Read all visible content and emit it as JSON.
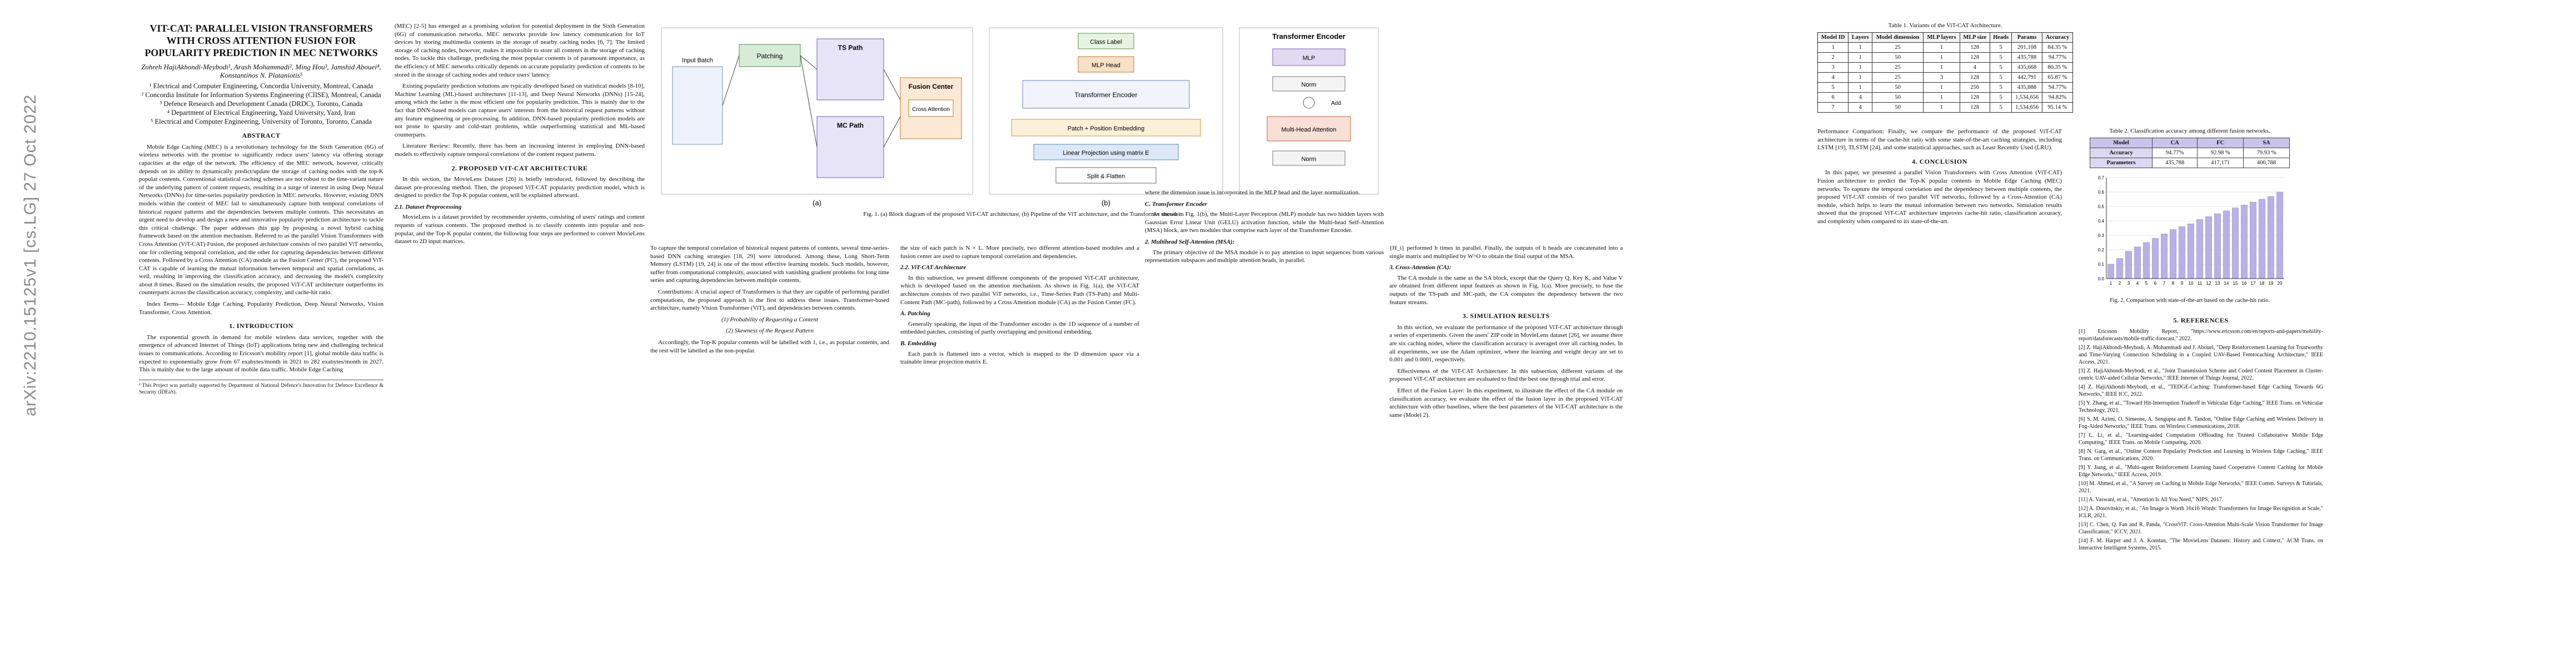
{
  "sidebar": {
    "text": "arXiv:2210.15125v1  [cs.LG]  27 Oct 2022"
  },
  "paper": {
    "title": "VIT-CAT: PARALLEL VISION TRANSFORMERS WITH CROSS ATTENTION FUSION FOR POPULARITY PREDICTION IN MEC NETWORKS",
    "authors": "Zohreh HajiAkhondi-Meybodi¹, Arash Mohammadi², Ming Hou³, Jamshid Abouei⁴, Konstantinos N. Plataniotis⁵",
    "affiliations": [
      "¹ Electrical and Computer Engineering, Concordia University, Montreal, Canada",
      "² Concordia Institute for Information Systems Engineering (CIISE), Montreal, Canada",
      "³ Defence Research and Development Canada (DRDC), Toronto, Canada",
      "⁴ Department of Electrical Engineering, Yazd University, Yazd, Iran",
      "⁵ Electrical and Computer Engineering, University of Toronto, Toronto, Canada"
    ],
    "abstract_heading": "ABSTRACT",
    "abstract": "Mobile Edge Caching (MEC) is a revolutionary technology for the Sixth Generation (6G) of wireless networks with the promise to significantly reduce users' latency via offering storage capacities at the edge of the network. The efficiency of the MEC network, however, critically depends on its ability to dynamically predict/update the storage of caching nodes with the top-K popular contents. Conventional statistical caching schemes are not robust to the time-variant nature of the underlying pattern of content requests, resulting in a surge of interest in using Deep Neural Networks (DNNs) for time-series popularity prediction in MEC networks. However, existing DNN models within the context of MEC fail to simultaneously capture both temporal correlations of historical request patterns and the dependencies between multiple contents. This necessitates an urgent need to develop and design a new and innovative popularity prediction architecture to tackle this critical challenge. The paper addresses this gap by proposing a novel hybrid caching framework based on the attention mechanism. Referred to as the parallel Vision Transformers with Cross Attention (ViT-CAT) Fusion, the proposed architecture consists of two parallel ViT networks, one for collecting temporal correlation, and the other for capturing dependencies between different contents. Followed by a Cross Attention (CA) module as the Fusion Center (FC), the proposed ViT-CAT is capable of learning the mutual information between temporal and spatial correlations, as well, resulting in improving the classification accuracy, and decreasing the model's complexity about 8 times. Based on the simulation results, the proposed ViT-CAT architecture outperforms its counterparts across the classification accuracy, complexity, and cache-hit ratio.",
    "index_terms": "Index Terms— Mobile Edge Caching, Popularity Prediction, Deep Neural Networks, Vision Transformer, Cross Attention.",
    "intro_heading": "1. INTRODUCTION",
    "intro_p1": "The exponential growth in demand for mobile wireless data services, together with the emergence of advanced Internet of Things (IoT) applications bring new and challenging technical issues to communications. According to Ericsson's mobility report [1], global mobile data traffic is expected to exponentially grow from 67 exabytes/month in 2021 to 282 exabytes/month in 2027. This is mainly due to the large amount of mobile data traffic. Mobile Edge Caching",
    "footnote": "¹ This Project was partially supported by Department of National Defence's Innovation for Defence Excellence & Security (IDEaS)."
  },
  "col2": {
    "p1": "(MEC) [2-5] has emerged as a promising solution for potential deployment in the Sixth Generation (6G) of communication networks. MEC networks provide low latency communication for IoT devices by storing multimedia contents in the storage of nearby caching nodes [6, 7]. The limited storage of caching nodes, however, makes it impossible to store all contents in the storage of caching nodes. To tackle this challenge, predicting the most popular contents is of paramount importance, as the efficiency of MEC networks critically depends on accurate popularity prediction of contents to be stored in the storage of caching nodes and reduce users' latency.",
    "p2": "Existing popularity prediction solutions are typically developed based on statistical models [8-10], Machine Learning (ML)-based architectures [11-13], and Deep Neural Networks (DNNs) [15-24], among which the latter is the most efficient one for popularity prediction. This is mainly due to the fact that DNN-based models can capture users' interests from the historical request patterns without any feature engineering or pre-processing. In addition, DNN-based popularity prediction models are not prone to sparsity and cold-start problems, while outperforming statistical and ML-based counterparts.",
    "p3": "Literature Review: Recently, there has been an increasing interest in employing DNN-based models to effectively capture temporal correlations of the content request patterns.",
    "sec2_heading": "2. PROPOSED VIT-CAT ARCHITECTURE",
    "p4": "In this section, the MovieLens Dataset [26] is briefly introduced, followed by describing the dataset pre-processing method. Then, the proposed ViT-CAT popularity prediction model, which is designed to predict the Top-K popular content, will be explained afterward.",
    "sub21": "2.1. Dataset Preprocessing",
    "p5": "MovieLens is a dataset provided by recommender systems, consisting of users' ratings and content requests of various contents. The proposed method is to classify contents into popular and non-popular, and the Top-K popular content, the following four steps are performed to convert MovieLens dataset to 2D input matrices."
  },
  "col3": {
    "p1": "To capture the temporal correlation of historical request patterns of contents, several time-series-based DNN caching strategies [18, 29] were introduced. Among these, Long Short-Term Memory (LSTM) [19, 24] is one of the most effective learning models. Such models, however, suffer from computational complexity, associated with vanishing gradient problems for long time series and capturing dependencies between multiple contents.",
    "p2": "Contributions: A crucial aspect of Transformers is that they are capable of performing parallel computations, the proposed approach is the first to address these issues. Transformer-based architecture, namely Vision Transformer (ViT), and dependencies between contents.",
    "eq1": "(1)  Probability of Requesting a Content",
    "eq2": "(2)  Skewness of the Request Pattern",
    "p3": "Accordingly, the Top-K popular contents will be labelled with 1, i.e., as popular contents, and the rest will be labelled as the non-popular."
  },
  "figure1": {
    "caption": "Fig. 1. (a) Block diagram of the proposed ViT-CAT architecture, (b) Pipeline of the ViT architecture, and the Transformer encoder.",
    "panel_a": "(a)",
    "panel_b": "(b)",
    "blocks": {
      "patching": "Patching",
      "ts_path": "TS Path",
      "mc_path": "MC Path",
      "fusion": "Fusion Center",
      "input": "Input Batch",
      "class_label": "Class Label",
      "mlp_head": "MLP Head",
      "transformer_encoder": "Transformer Encoder",
      "linear_projection": "Linear Projection using matrix E",
      "split": "Split & Flatten",
      "patch_emb": "Patch + Position Embedding",
      "encoder_title": "Transformer Encoder",
      "mlp": "MLP",
      "norm1": "Norm",
      "norm2": "Norm",
      "mhsa": "Multi-Head Attention",
      "cross": "Cross Attention",
      "add": "Add"
    }
  },
  "col4": {
    "p1": "the size of each patch is N × L. More precisely, two different attention-based modules and a fusion center are used to capture temporal correlation and dependencies.",
    "sub22": "2.2. ViT-CAT Architecture",
    "p2": "In this subsection, we present different components of the proposed ViT-CAT architecture, which is developed based on the attention mechanism. As shown in Fig. 1(a), the ViT-CAT architecture consists of two parallel ViT networks, i.e., Time-Series Path (TS-Path) and Multi-Content Path (MC-path), followed by a Cross Attention module (CA) as the Fusion Center (FC).",
    "sub_patching": "A. Patching",
    "p3": "Generally speaking, the input of the Transformer encoder is the 1D sequence of a number of embedded patches, consisting of partly overlapping and positional embedding.",
    "sub_emb": "B. Embedding",
    "p4": "Each patch is flattened into a vector, which is mapped to the D dimension space via a trainable linear projection matrix E."
  },
  "col5": {
    "p1": "where the dimension issue is incorporated in the MLP head and the layer normalization.",
    "sub_encoder": "C. Transformer Encoder",
    "p2": "As shown in Fig. 1(b), the Multi-Layer Perceptron (MLP) module has two hidden layers with Gaussian Error Linear Unit (GELU) activation function, while the Multi-head Self-Attention (MSA) block, are two modules that comprise each layer of the Transformer Encoder.",
    "sub_mhsa": "2. Multihead Self-Attention (MSA):",
    "p3": "The primary objective of the MSA module is to pay attention to input sequences from various representation subspaces and multiple attention heads, in parallel."
  },
  "col6": {
    "p1": "{H_i} performed h times in parallel. Finally, the outputs of h heads are concatenated into a single matrix and multiplied by W^O to obtain the final output of the MSA.",
    "sub_ca": "3. Cross-Attention (CA):",
    "p2": "The CA module is the same as the SA block, except that the Query Q, Key K, and Value V are obtained from different input features as shown in Fig. 1(a). More precisely, to fuse the outputs of the TS-path and MC-path, the CA computes the dependency between the two feature streams.",
    "sec3_heading": "3. SIMULATION RESULTS",
    "p3": "In this section, we evaluate the performance of the proposed ViT-CAT architecture through a series of experiments. Given the users' ZIP code in MovieLens dataset [26], we assume there are six caching nodes, where the classification accuracy is averaged over all caching nodes. In all experiments, we use the Adam optimizer, where the learning and weight decay are set to 0.001 and 0.0001, respectively.",
    "p4": "Effectiveness of the ViT-CAT Architecture: In this subsection, different variants of the proposed ViT-CAT architecture are evaluated to find the best one through trial and error.",
    "p5": "Effect of the Fusion Layer: In this experiment, to illustrate the effect of the CA module on classification accuracy, we evaluate the effect of the fusion layer in the proposed ViT-CAT architecture with other baselines, where the best parameters of the ViT-CAT architecture is the same (Model 2)."
  },
  "table1": {
    "caption": "Table 1. Variants of the ViT-CAT Architecture.",
    "headers": [
      "Model ID",
      "Layers",
      "Model dimension",
      "MLP layers",
      "MLP size",
      "Heads",
      "Params",
      "Accuracy"
    ],
    "rows": [
      [
        "1",
        "1",
        "25",
        "1",
        "128",
        "5",
        "201,108",
        "84.35 %"
      ],
      [
        "2",
        "1",
        "50",
        "1",
        "128",
        "5",
        "435,788",
        "94.77%"
      ],
      [
        "3",
        "1",
        "25",
        "1",
        "4",
        "5",
        "435,668",
        "80.35 %"
      ],
      [
        "4",
        "1",
        "25",
        "3",
        "128",
        "5",
        "442,791",
        "65.87 %"
      ],
      [
        "5",
        "1",
        "50",
        "1",
        "256",
        "5",
        "435,888",
        "94.77%"
      ],
      [
        "6",
        "4",
        "50",
        "1",
        "128",
        "5",
        "1,534,656",
        "94.82%"
      ],
      [
        "7",
        "4",
        "50",
        "1",
        "128",
        "5",
        "1,534,656",
        "95.14 %"
      ]
    ]
  },
  "col7": {
    "p1": "Performance Comparison: Finally, we compare the performance of the proposed ViT-CAT architecture in terms of the cache-hit ratio with some state-of-the-art caching strategies, including LSTM [19], TLSTM [24], and some statistical approaches, such as Least Recently Used (LRU).",
    "sec4_heading": "4. CONCLUSION",
    "p2": "In this paper, we presented a parallel Vision Transformers with Cross Attention (ViT-CAT) Fusion architecture to predict the Top-K popular contents in Mobile Edge Caching (MEC) networks. To capture the temporal correlation and the dependency between multiple contents, the proposed ViT-CAT consists of two parallel ViT networks, followed by a Cross-Attention (CA) module, which helps to learn the mutual information between two networks. Simulation results showed that the proposed ViT-CAT architecture improves cache-hit ratio, classification accuracy, and complexity when compared to its state-of-the-art."
  },
  "table2": {
    "caption": "Table 2. Classification accuracy among different fusion networks.",
    "headers": [
      "Model",
      "CA",
      "FC",
      "SA"
    ],
    "rows": [
      [
        "Accuracy",
        "94.77%",
        "92.98 %",
        "79.93 %"
      ],
      [
        "Parameters",
        "435,788",
        "417,171",
        "400,788"
      ]
    ]
  },
  "chart_data": {
    "type": "bar",
    "categories": [
      "1",
      "2",
      "3",
      "4",
      "5",
      "6",
      "7",
      "8",
      "9",
      "10",
      "11",
      "12",
      "13",
      "14",
      "15",
      "16",
      "17",
      "18",
      "19",
      "20"
    ],
    "values": [
      0.1,
      0.14,
      0.19,
      0.22,
      0.25,
      0.28,
      0.31,
      0.34,
      0.36,
      0.38,
      0.41,
      0.43,
      0.45,
      0.47,
      0.49,
      0.51,
      0.53,
      0.55,
      0.57,
      0.6
    ],
    "ylim": [
      0,
      0.7
    ],
    "caption": "Fig. 2. Comparison with state-of-the-art based on the cache-hit ratio.",
    "colors": {
      "bar": "#b9b1e6",
      "axis": "#333333"
    }
  },
  "col8": {
    "refs_heading": "5. REFERENCES",
    "refs": [
      "[1] Ericsson Mobility Report, \"https://www.ericsson.com/en/reports-and-papers/mobility-report/dataforecasts/mobile-traffic-forecast,\" 2022.",
      "[2] Z. HajiAkhondi-Meybodi, A. Mohammadi and J. Abouei, \"Deep Reinforcement Learning for Trustworthy and Time-Varying Connection Scheduling in a Coupled UAV-Based Femtocaching Architecture,\" IEEE Access, 2021.",
      "[3] Z. HajiAkhondi-Meybodi, et al., \"Joint Transmission Scheme and Coded Content Placement in Cluster-centric UAV-aided Cellular Networks,\" IEEE Internet of Things Journal, 2022.",
      "[4] Z. HajiAkhondi-Meybodi, et al., \"TEDGE-Caching: Transformer-based Edge Caching Towards 6G Networks,\" IEEE ICC, 2022.",
      "[5] Y. Zhang, et al., \"Toward Hit-Interruption Tradeoff in Vehicular Edge Caching,\" IEEE Trans. on Vehicular Technology, 2021.",
      "[6] S. M. Azimi, O. Simeone, A. Sengupta and R. Tandon, \"Online Edge Caching and Wireless Delivery in Fog-Aided Networks,\" IEEE Trans. on Wireless Communications, 2018.",
      "[7] L. Li, et al., \"Learning-aided Computation Offloading for Trusted Collaborative Mobile Edge Computing,\" IEEE Trans. on Mobile Computing, 2020.",
      "[8] N. Garg, et al., \"Online Content Popularity Prediction and Learning in Wireless Edge Caching,\" IEEE Trans. on Communications, 2020.",
      "[9] Y. Jiang, et al., \"Multi-agent Reinforcement Learning based Cooperative Content Caching for Mobile Edge Networks,\" IEEE Access, 2019.",
      "[10] M. Ahmed, et al., \"A Survey on Caching in Mobile Edge Networks,\" IEEE Comm. Surveys & Tutorials, 2021.",
      "[11] A. Vaswani, et al., \"Attention Is All You Need,\" NIPS, 2017.",
      "[12] A. Dosovitskiy, et al., \"An Image is Worth 16x16 Words: Transformers for Image Recognition at Scale,\" ICLR, 2021.",
      "[13] C. Chen, Q. Fan and R. Panda, \"CrossViT: Cross-Attention Multi-Scale Vision Transformer for Image Classification,\" ICCV, 2021.",
      "[14] F. M. Harper and J. A. Konstan, \"The MovieLens Datasets: History and Context,\" ACM Trans. on Interactive Intelligent Systems, 2015."
    ]
  }
}
